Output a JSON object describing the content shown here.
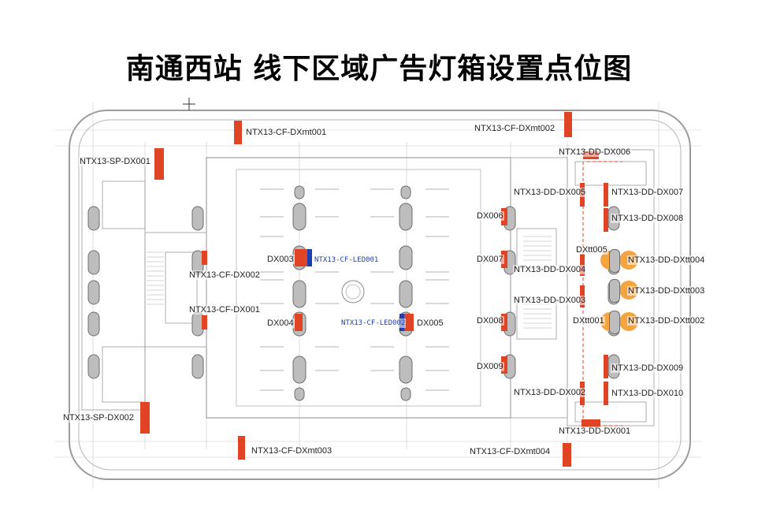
{
  "title": "南通西站 线下区域广告灯箱设置点位图",
  "colors": {
    "ad_red": "#e04424",
    "led_blue": "#1d3fb0",
    "circle_orange": "#f5a540",
    "plan_line": "#8c8c8c"
  },
  "labels": {
    "mt001": "NTX13-CF-DXmt001",
    "mt002": "NTX13-CF-DXmt002",
    "mt003": "NTX13-CF-DXmt003",
    "mt004": "NTX13-CF-DXmt004",
    "sp001": "NTX13-SP-DX001",
    "sp002": "NTX13-SP-DX002",
    "cf_dx002": "NTX13-CF-DX002",
    "cf_dx001": "NTX13-CF-DX001",
    "dx003": "DX003",
    "dx004": "DX004",
    "dx005": "DX005",
    "dx006": "DX006",
    "dx007": "DX007",
    "dx008": "DX008",
    "dx009": "DX009",
    "led001": "NTX13-CF-LED001",
    "led002": "NTX13-CF-LED002",
    "dd_dx006": "NTX13-DD-DX006",
    "dd_dx005": "NTX13-DD-DX005",
    "dd_dx007": "NTX13-DD-DX007",
    "dd_dx008": "NTX13-DD-DX008",
    "dxtt005": "DXtt005",
    "dd_dxtt004": "NTX13-DD-DXtt004",
    "dd_dx004": "NTX13-DD-DX004",
    "dd_dx003": "NTX13-DD-DX003",
    "dd_dxtt003": "NTX13-DD-DXtt003",
    "dxtt001": "DXtt001",
    "dd_dxtt002": "NTX13-DD-DXtt002",
    "dd_dx009": "NTX13-DD-DX009",
    "dd_dx002": "NTX13-DD-DX002",
    "dd_dx010": "NTX13-DD-DX010",
    "dd_dx001": "NTX13-DD-DX001"
  }
}
